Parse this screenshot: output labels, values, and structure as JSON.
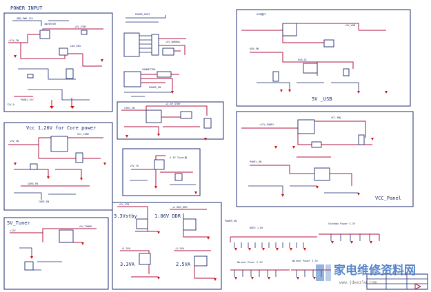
{
  "blocks": {
    "power_input": "POWER INPUT",
    "usb_5v": "5V _USB",
    "vcc_core": "Vcc 1.26V for Core power",
    "tuner_33v": "3.3V Tuner用",
    "vcc_panel": "VCC_Panel",
    "tuner_5v": "5V_Tuner",
    "v33_stby": "3.3Vstby",
    "v186_ddr": "1.86V DDR",
    "v33a": "3.3VA",
    "v25a": "2.5VA",
    "ddr_18v": "DDR2 1.8V",
    "standby_33v": "Standby Power 3.3V",
    "normal_25v": "Normal Power 2.5V",
    "normal_33v": "Normal Power 3.3V",
    "usb_label": "USB接口",
    "power_on": "POWER_ON"
  },
  "watermark": {
    "logo_text": "家电维修资料网",
    "url": "www.jdwxzlw.com"
  },
  "colors": {
    "frame": "#1b2a6b",
    "wire": "#b0103a",
    "ground": "#d01010",
    "watermark": "#3a72c4"
  }
}
